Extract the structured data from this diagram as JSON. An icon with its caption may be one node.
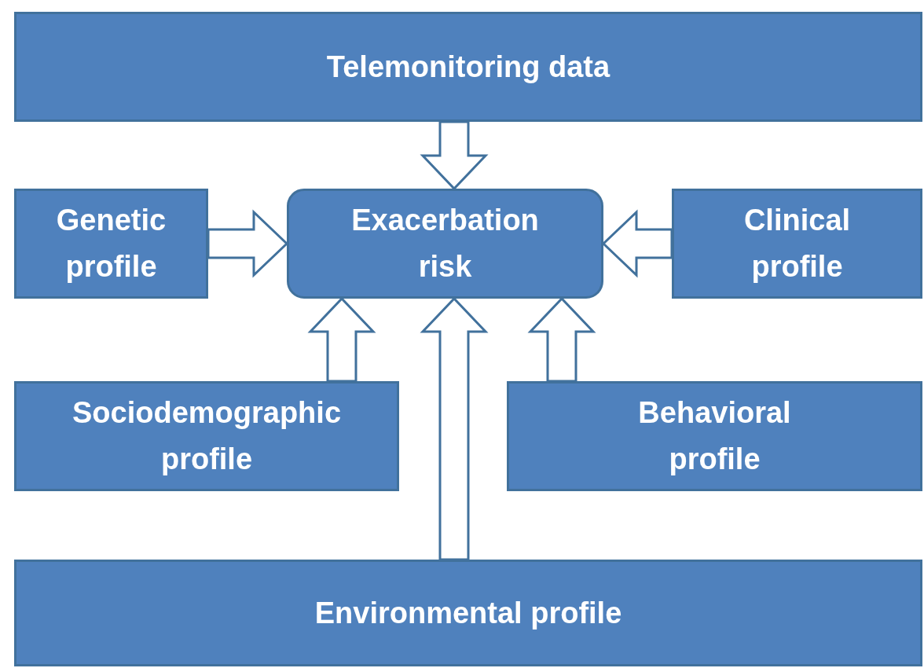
{
  "diagram": {
    "nodes": [
      {
        "text": [
          "Telemonitoring data"
        ]
      },
      {
        "text": [
          "Genetic profile"
        ]
      },
      {
        "text": [
          "Exacerbation risk"
        ]
      },
      {
        "text": [
          "Clinical profile"
        ]
      },
      {
        "text": [
          "Sociodemographic profile"
        ]
      },
      {
        "text": [
          "Behavioral profile"
        ]
      },
      {
        "text": [
          "Environmental profile"
        ]
      }
    ],
    "edges": [
      {
        "from": 0,
        "to": 2,
        "arrow": "to"
      },
      {
        "from": 1,
        "to": 2,
        "arrow": "to"
      },
      {
        "from": 3,
        "to": 2,
        "arrow": "to"
      },
      {
        "from": 4,
        "to": 2,
        "arrow": "to"
      },
      {
        "from": 5,
        "to": 2,
        "arrow": "to"
      },
      {
        "from": 6,
        "to": 2,
        "arrow": "to"
      }
    ]
  }
}
